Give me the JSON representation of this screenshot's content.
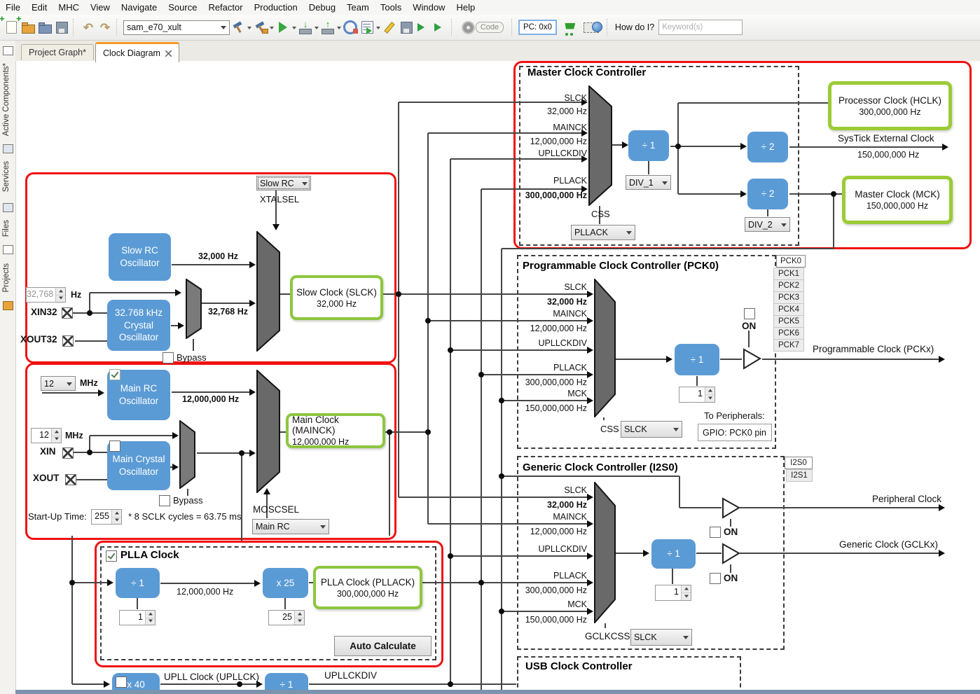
{
  "colors": {
    "block_blue": "#5B9BD5",
    "highlight_green": "#8DC63F",
    "section_red": "#FF0000"
  },
  "menu": {
    "items": [
      "File",
      "Edit",
      "MHC",
      "View",
      "Navigate",
      "Source",
      "Refactor",
      "Production",
      "Debug",
      "Team",
      "Tools",
      "Window",
      "Help"
    ]
  },
  "toolbar": {
    "project_select": "sam_e70_xult",
    "code_badge": "Code",
    "pc": "PC: 0x0",
    "how_do_i": "How do I?",
    "keyword_placeholder": "Keyword(s)"
  },
  "sidebar": {
    "tabs": [
      "Active Components*",
      "Services",
      "Files",
      "Projects"
    ]
  },
  "doc_tabs": [
    "Project Graph*",
    "Clock Diagram"
  ],
  "slow": {
    "xtalsel_value": "Slow RC",
    "xtalsel_label": "XTALSEL",
    "rc_osc": [
      "Slow RC",
      "Oscillator"
    ],
    "rc_freq": "32,000 Hz",
    "crystal_osc": [
      "32.768 kHz",
      "Crystal",
      "Oscillator"
    ],
    "crystal_freq": "32,768 Hz",
    "crystal_spin": "32,768",
    "crystal_unit": "Hz",
    "xin": "XIN32",
    "xout": "XOUT32",
    "bypass": "Bypass",
    "out_name": "Slow Clock (SLCK)",
    "out_freq": "32,000 Hz"
  },
  "main": {
    "rc_sel": "12",
    "rc_unit": "MHz",
    "rc_osc": [
      "Main RC",
      "Oscillator"
    ],
    "rc_freq": "12,000,000 Hz",
    "crystal_spin": "12",
    "crystal_unit": "MHz",
    "xin": "XIN",
    "xout": "XOUT",
    "crystal_osc": [
      "Main Crystal",
      "Oscillator"
    ],
    "bypass": "Bypass",
    "startup_label": "Start-Up Time:",
    "startup_value": "255",
    "startup_note": "* 8 SCLK cycles = 63.75 ms",
    "moscsel_label": "MOSCSEL",
    "moscsel_value": "Main RC",
    "out_name": "Main Clock (MAINCK)",
    "out_freq": "12,000,000 Hz"
  },
  "plla": {
    "title": "PLLA Clock",
    "div_block": "÷ 1",
    "div_value": "1",
    "mid_freq": "12,000,000 Hz",
    "mul_block": "x 25",
    "mul_value": "25",
    "out_name": "PLLA Clock (PLLACK)",
    "out_freq": "300,000,000 Hz",
    "auto_button": "Auto Calculate"
  },
  "mcc": {
    "title": "Master Clock Controller",
    "in_slck": "SLCK",
    "in_slck_freq": "32,000 Hz",
    "in_mainck": "MAINCK",
    "in_mainck_freq": "12,000,000 Hz",
    "in_upll": "UPLLCKDIV",
    "in_pllack": "PLLACK",
    "in_pllack_freq": "300,000,000 Hz",
    "css_label": "CSS",
    "css_value": "PLLACK",
    "presc_block": "÷ 1",
    "presc_select": "DIV_1",
    "div2a_block": "÷ 2",
    "div2b_block": "÷ 2",
    "div2_select": "DIV_2",
    "hclk_name": "Processor Clock (HCLK)",
    "hclk_freq": "300,000,000 Hz",
    "systick_name": "SysTick External Clock",
    "systick_freq": "150,000,000 Hz",
    "mck_name": "Master Clock (MCK)",
    "mck_freq": "150,000,000 Hz"
  },
  "pck": {
    "title": "Programmable Clock Controller (PCK0)",
    "in_slck": "SLCK",
    "in_slck_freq": "32,000 Hz",
    "in_mainck": "MAINCK",
    "in_mainck_freq": "12,000,000 Hz",
    "in_upll": "UPLLCKDIV",
    "in_pllack": "PLLACK",
    "in_pllack_freq": "300,000,000 Hz",
    "in_mck": "MCK",
    "in_mck_freq": "150,000,000 Hz",
    "css_label": "CSS",
    "css_value": "SLCK",
    "div_block": "÷ 1",
    "div_value": "1",
    "on_label": "ON",
    "tabs": [
      "PCK0",
      "PCK1",
      "PCK2",
      "PCK3",
      "PCK4",
      "PCK5",
      "PCK6",
      "PCK7"
    ],
    "to_peripherals": "To Peripherals:",
    "gpio": "GPIO: PCK0 pin",
    "out_label": "Programmable Clock (PCKx)"
  },
  "gclk": {
    "title": "Generic Clock Controller (I2S0)",
    "in_slck": "SLCK",
    "in_slck_freq": "32,000 Hz",
    "in_mainck": "MAINCK",
    "in_mainck_freq": "12,000,000 Hz",
    "in_upll": "UPLLCKDIV",
    "in_pllack": "PLLACK",
    "in_pllack_freq": "300,000,000 Hz",
    "in_mck": "MCK",
    "in_mck_freq": "150,000,000 Hz",
    "css_label": "GCLKCSS",
    "css_value": "SLCK",
    "div_block": "÷ 1",
    "div_value": "1",
    "on1_label": "ON",
    "on2_label": "ON",
    "tabs": [
      "I2S0",
      "I2S1"
    ],
    "out_peripheral": "Peripheral Clock",
    "out_generic": "Generic Clock (GCLKx)"
  },
  "usb": {
    "title": "USB Clock Controller"
  },
  "upll": {
    "mul_block": "x 40",
    "out_label": "UPLL Clock (UPLLCK)",
    "div_block": "÷ 1",
    "div_out_label": "UPLLCKDIV"
  }
}
